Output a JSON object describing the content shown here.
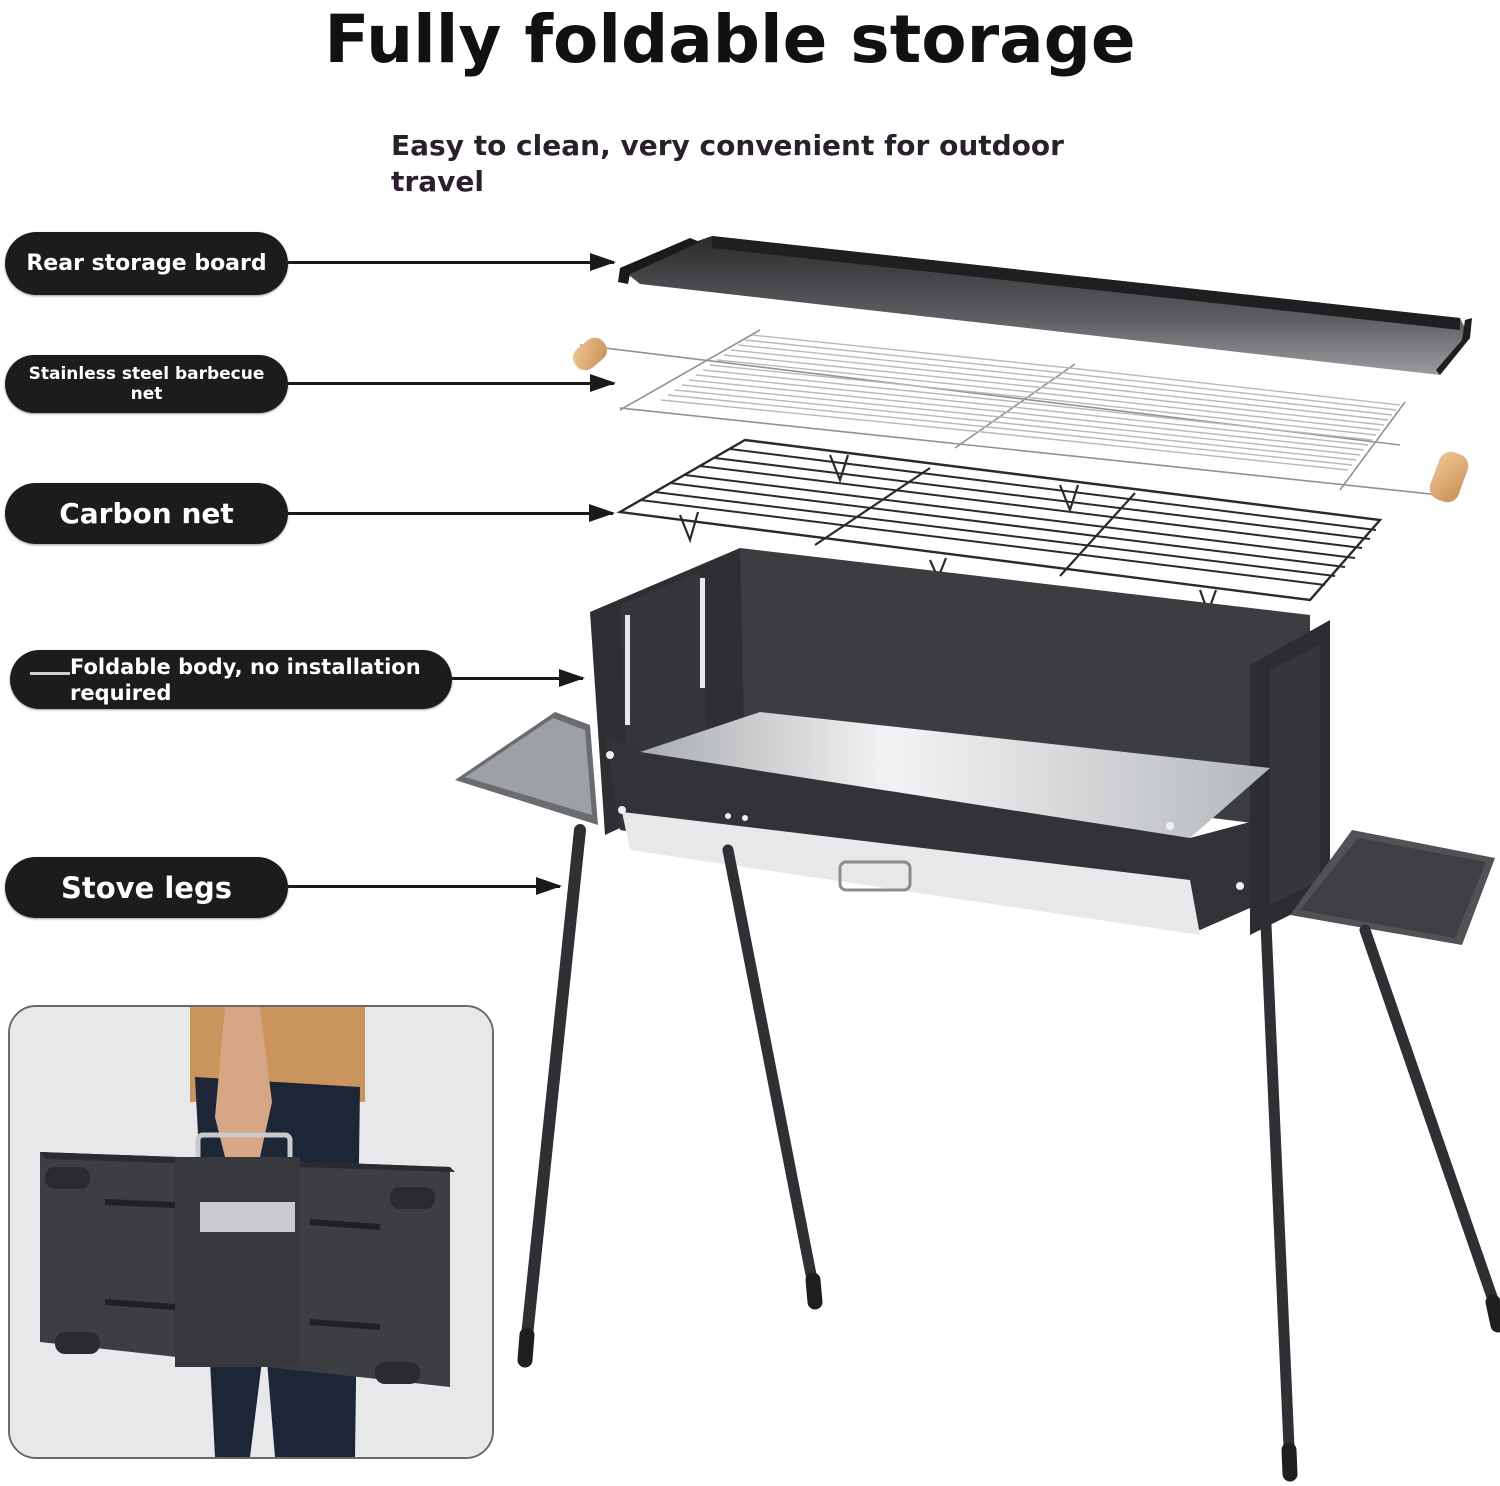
{
  "header": {
    "title": "Fully foldable storage",
    "subtitle": "Easy to clean, very convenient for outdoor travel"
  },
  "callouts": [
    {
      "label": "Rear storage board"
    },
    {
      "label": "Stainless steel barbecue net"
    },
    {
      "label": "Carbon net"
    },
    {
      "label": "Foldable body, no installation required"
    },
    {
      "label": "Stove legs"
    }
  ],
  "colors": {
    "pill_bg": "#1c1c1c",
    "pill_text": "#ffffff",
    "title_text": "#111111",
    "subtitle_text": "#2a1f2d",
    "grill_body": "#3a3b3e",
    "wood_handle": "#e0b07a",
    "steel": "#c9cbcd"
  },
  "inset": {
    "description": "Person carrying the folded grill by its handle"
  }
}
